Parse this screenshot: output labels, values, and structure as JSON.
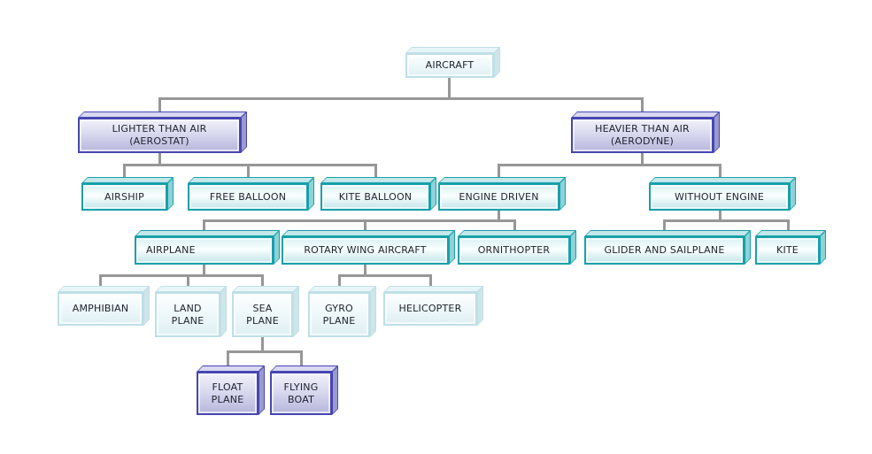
{
  "diagram": {
    "title": "Aircraft classification tree",
    "connector_color": "#979797",
    "colors": {
      "teal_border": "#17a0aa",
      "purple_border": "#4846b2",
      "pale_border": "#bee0e6"
    }
  },
  "nodes": {
    "aircraft": {
      "label": "AIRCRAFT"
    },
    "lighter_than_air": {
      "label": "LIGHTER THAN AIR\n(AEROSTAT)"
    },
    "heavier_than_air": {
      "label": "HEAVIER THAN AIR\n(AERODYNE)"
    },
    "airship": {
      "label": "AIRSHIP"
    },
    "free_balloon": {
      "label": "FREE BALLOON"
    },
    "kite_balloon": {
      "label": "KITE BALLOON"
    },
    "engine_driven": {
      "label": "ENGINE DRIVEN"
    },
    "without_engine": {
      "label": "WITHOUT ENGINE"
    },
    "airplane": {
      "label": "AIRPLANE"
    },
    "rotary_wing": {
      "label": "ROTARY WING AIRCRAFT"
    },
    "ornithopter": {
      "label": "ORNITHOPTER"
    },
    "glider_sailplane": {
      "label": "GLIDER AND SAILPLANE"
    },
    "kite": {
      "label": "KITE"
    },
    "amphibian": {
      "label": "AMPHIBIAN"
    },
    "land_plane": {
      "label": "LAND\nPLANE"
    },
    "sea_plane": {
      "label": "SEA\nPLANE"
    },
    "gyro_plane": {
      "label": "GYRO\nPLANE"
    },
    "helicopter": {
      "label": "HELICOPTER"
    },
    "float_plane": {
      "label": "FLOAT\nPLANE"
    },
    "flying_boat": {
      "label": "FLYING\nBOAT"
    }
  },
  "hierarchy": {
    "label": "AIRCRAFT",
    "children": [
      {
        "label": "LIGHTER THAN AIR (AEROSTAT)",
        "children": [
          {
            "label": "AIRSHIP"
          },
          {
            "label": "FREE BALLOON"
          },
          {
            "label": "KITE BALLOON"
          }
        ]
      },
      {
        "label": "HEAVIER THAN AIR (AERODYNE)",
        "children": [
          {
            "label": "ENGINE DRIVEN",
            "children": [
              {
                "label": "AIRPLANE",
                "children": [
                  {
                    "label": "AMPHIBIAN"
                  },
                  {
                    "label": "LAND PLANE"
                  },
                  {
                    "label": "SEA PLANE",
                    "children": [
                      {
                        "label": "FLOAT PLANE"
                      },
                      {
                        "label": "FLYING BOAT"
                      }
                    ]
                  }
                ]
              },
              {
                "label": "ROTARY WING AIRCRAFT",
                "children": [
                  {
                    "label": "GYRO PLANE"
                  },
                  {
                    "label": "HELICOPTER"
                  }
                ]
              },
              {
                "label": "ORNITHOPTER"
              }
            ]
          },
          {
            "label": "WITHOUT ENGINE",
            "children": [
              {
                "label": "GLIDER AND SAILPLANE"
              },
              {
                "label": "KITE"
              }
            ]
          }
        ]
      }
    ]
  }
}
